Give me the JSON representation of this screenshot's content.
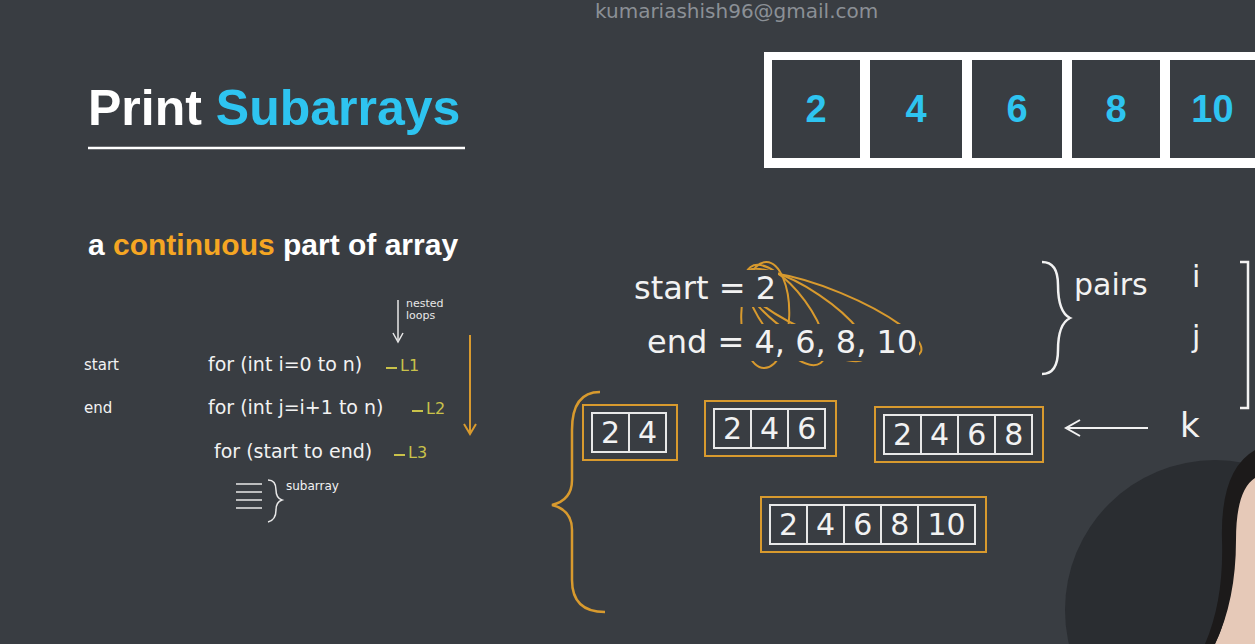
{
  "diagram": {
    "title": "Print Subarrays",
    "nodes": [
      {
        "text": [
          "2"
        ]
      },
      {
        "text": [
          "4"
        ]
      },
      {
        "text": [
          "6"
        ]
      },
      {
        "text": [
          "8"
        ]
      },
      {
        "text": [
          "10"
        ]
      },
      {
        "text": [
          "2",
          "4"
        ]
      },
      {
        "text": [
          "2",
          "4",
          "6"
        ]
      },
      {
        "text": [
          "2",
          "4",
          "6",
          "8"
        ]
      },
      {
        "text": [
          "2",
          "4",
          "6",
          "8",
          "10"
        ]
      }
    ],
    "labels": [
      "kumariashish96@gmail.com",
      "a continuous part of array",
      "nested loops",
      "start",
      "for (int i=0 to n)",
      "L1",
      "end",
      "for (int j=i+1 to n)",
      "L2",
      "for (start to end)",
      "L3",
      "subarray",
      "start = 2",
      "end = 4, 6, 8, 10",
      "pairs",
      "i",
      "j",
      "k"
    ]
  }
}
